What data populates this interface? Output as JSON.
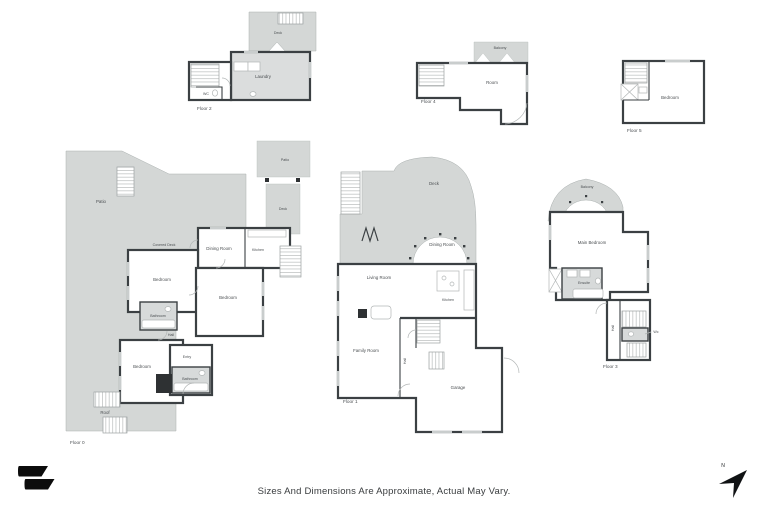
{
  "document": {
    "footer_note": "Sizes And Dimensions Are Approximate, Actual May Vary.",
    "compass": {
      "label": "N"
    }
  },
  "colors": {
    "background": "#ffffff",
    "outdoor_fill": "#d4d7d6",
    "room_fill": "#ffffff",
    "grey_room_fill": "#d7dada",
    "wall": "#3b4043",
    "fixture_line": "#b2b6b6",
    "dark_fixture": "#2e3133",
    "label_text": "#4b4f52"
  },
  "plans": {
    "floor0": {
      "floor_label": "Floor 0",
      "rooms": {
        "patio": "Patio",
        "patio_upper": "Patio",
        "deck": "Deck",
        "covered_deck": "Covered Deck",
        "dining_room": "Dining Room",
        "kitchen": "Kitchen",
        "bedroom_1": "Bedroom",
        "bedroom_2": "Bedroom",
        "bathroom_1": "Bathroom",
        "hall": "Hall",
        "bedroom_3": "Bedroom",
        "entry": "Entry",
        "bathroom_2": "Bathroom",
        "roof": "Roof"
      }
    },
    "floor1": {
      "floor_label": "Floor 1",
      "rooms": {
        "deck": "Deck",
        "dining_room": "Dining Room",
        "living_room": "Living Room",
        "kitchen": "Kitchen",
        "family_room": "Family Room",
        "hall": "Hall",
        "garage": "Garage"
      }
    },
    "floor2": {
      "floor_label": "Floor 2",
      "rooms": {
        "deck": "Deck",
        "laundry": "Laundry",
        "wc": "WC"
      }
    },
    "floor3": {
      "floor_label": "Floor 3",
      "rooms": {
        "balcony": "Balcony",
        "main_bedroom": "Main Bedroom",
        "ensuite": "Ensuite",
        "hall": "Hall",
        "wc": "Wc"
      }
    },
    "floor4": {
      "floor_label": "Floor 4",
      "rooms": {
        "balcony": "Balcony",
        "room": "Room"
      }
    },
    "floor5": {
      "floor_label": "Floor 5",
      "rooms": {
        "bedroom": "Bedroom"
      }
    }
  }
}
